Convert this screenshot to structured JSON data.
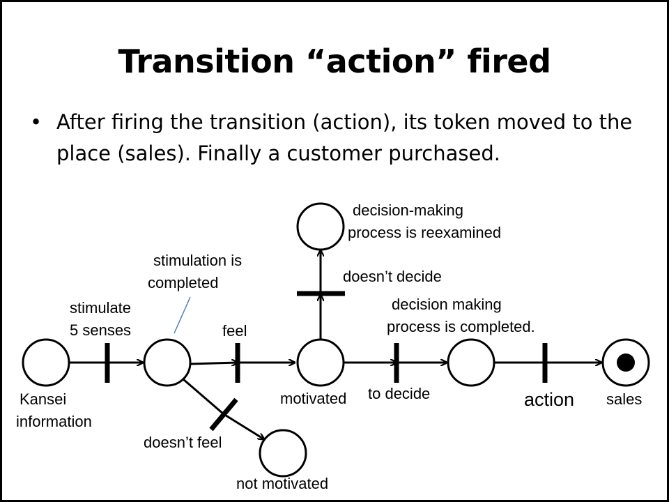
{
  "slide": {
    "title": "Transition “action” fired",
    "bullet_marker": "•",
    "bullet_text": "After firing the transition (action), its token moved to the place (sales). Finally a customer purchased."
  },
  "diagram": {
    "labels": {
      "kansei_line1": "Kansei",
      "kansei_line2": "information",
      "stimulate_line1": "stimulate",
      "stimulate_line2": "5 senses",
      "stim_completed_line1": "stimulation is",
      "stim_completed_line2": "completed",
      "feel": "feel",
      "doesnt_feel": "doesn’t feel",
      "not_motivated": "not motivated",
      "motivated": "motivated",
      "doesnt_decide": "doesn’t decide",
      "reexamined_line1": "decision-making",
      "reexamined_line2": "process is reexamined",
      "to_decide": "to decide",
      "completed_line1": "decision making",
      "completed_line2": "process is completed.",
      "action": "action",
      "sales": "sales"
    }
  }
}
